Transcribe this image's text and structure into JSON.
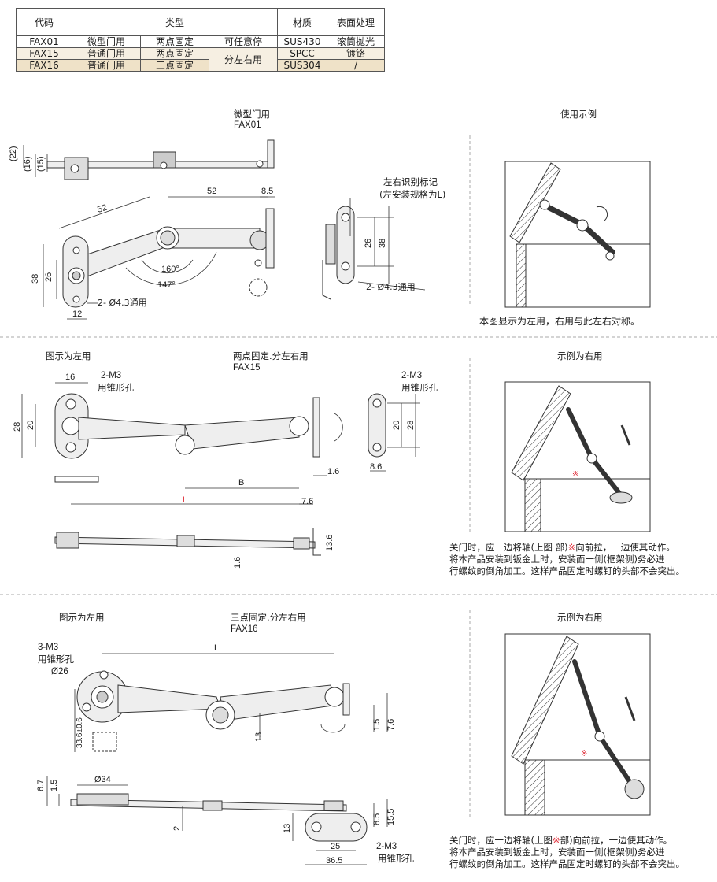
{
  "table": {
    "headers": [
      "代码",
      "类型",
      "材质",
      "表面处理"
    ],
    "rows": [
      {
        "code": "FAX01",
        "type1": "微型门用",
        "type2": "两点固定",
        "type3": "可任意停",
        "material": "SUS430",
        "finish": "滚筒抛光"
      },
      {
        "code": "FAX15",
        "type1": "普通门用",
        "type2": "两点固定",
        "type3": "分左右用",
        "material": "SPCC",
        "finish": "镀铬"
      },
      {
        "code": "FAX16",
        "type1": "普通门用",
        "type2": "三点固定",
        "type3": "",
        "material": "SUS304",
        "finish": "/"
      }
    ]
  },
  "section1": {
    "title_line1": "微型门用",
    "title_line2": "FAX01",
    "example_title": "使用示例",
    "caption": "本图显示为左用，右用与此左右对称。",
    "mark_label_1": "左右识别标记",
    "mark_label_2": "(左安装规格为L)",
    "hole_note_left": "2- Ø4.3通用",
    "hole_note_right": "2- Ø4.3通用",
    "dims": {
      "d22": "(22)",
      "d16": "(16)",
      "d15": "(15)",
      "d52a": "52",
      "d52b": "52",
      "d8_5": "8.5",
      "d38": "38",
      "d26": "26",
      "d160": "160°",
      "d147": "147°",
      "d12": "12",
      "d26r": "26",
      "d38r": "38"
    }
  },
  "section2": {
    "left_label": "图示为左用",
    "title_line1": "两点固定.分左右用",
    "title_line2": "FAX15",
    "example_title": "示例为右用",
    "screw_1": "2-M3",
    "screw_2": "用锥形孔",
    "screw_1r": "2-M3",
    "screw_2r": "用锥形孔",
    "dims": {
      "d16": "16",
      "d28": "28",
      "d20": "20",
      "dB": "B",
      "dL": "L",
      "d1_6": "1.6",
      "d7_6": "7.6",
      "d20r": "20",
      "d28r": "28",
      "d8_6": "8.6",
      "d13_6": "13.6",
      "d1_6b": "1.6"
    },
    "note_line1_a": "关门时，应一边将轴(上图 ",
    "note_line1_b": "部)",
    "note_line1_mark": "※",
    "note_line1_c": "向前拉，一边使其动作。",
    "note_line2": "将本产品安装到钣金上时，安装面一侧(框架侧)务必进",
    "note_line3": "行螺纹的倒角加工。这样产品固定时螺钉的头部不会突出。",
    "mark": "※"
  },
  "section3": {
    "left_label": "图示为左用",
    "title_line1": "三点固定.分左右用",
    "title_line2": "FAX16",
    "example_title": "示例为右用",
    "screw_1": "3-M3",
    "screw_2": "用锥形孔",
    "screw_d": "Ø26",
    "screw_1b": "2-M3",
    "screw_2b": "用锥形孔",
    "dims": {
      "dL": "L",
      "d33_6": "33.6±0.6",
      "d13": "13",
      "d1_5": "1.5",
      "d7_6": "7.6",
      "d6_7": "6.7",
      "d1_5b": "1.5",
      "d34": "Ø34",
      "d2": "2",
      "d13b": "13",
      "d8_5": "8.5",
      "d15_5": "15.5",
      "d25": "25",
      "d36_5": "36.5"
    },
    "note_line1_a": "关门时，应一边将轴(上图",
    "note_line1_mark": "※",
    "note_line1_c": "部)向前拉，一边使其动作。",
    "note_line2": "将本产品安装到钣金上时，安装面一侧(框架侧)务必进",
    "note_line3": "行螺纹的倒角加工。这样产品固定时螺钉的头部不会突出。",
    "mark": "※"
  },
  "colors": {
    "line": "#333333",
    "part_fill": "#eeeeee",
    "row_fill_2": "#f6efe2",
    "row_fill_3": "#efe2c8",
    "accent": "#e0303b"
  }
}
